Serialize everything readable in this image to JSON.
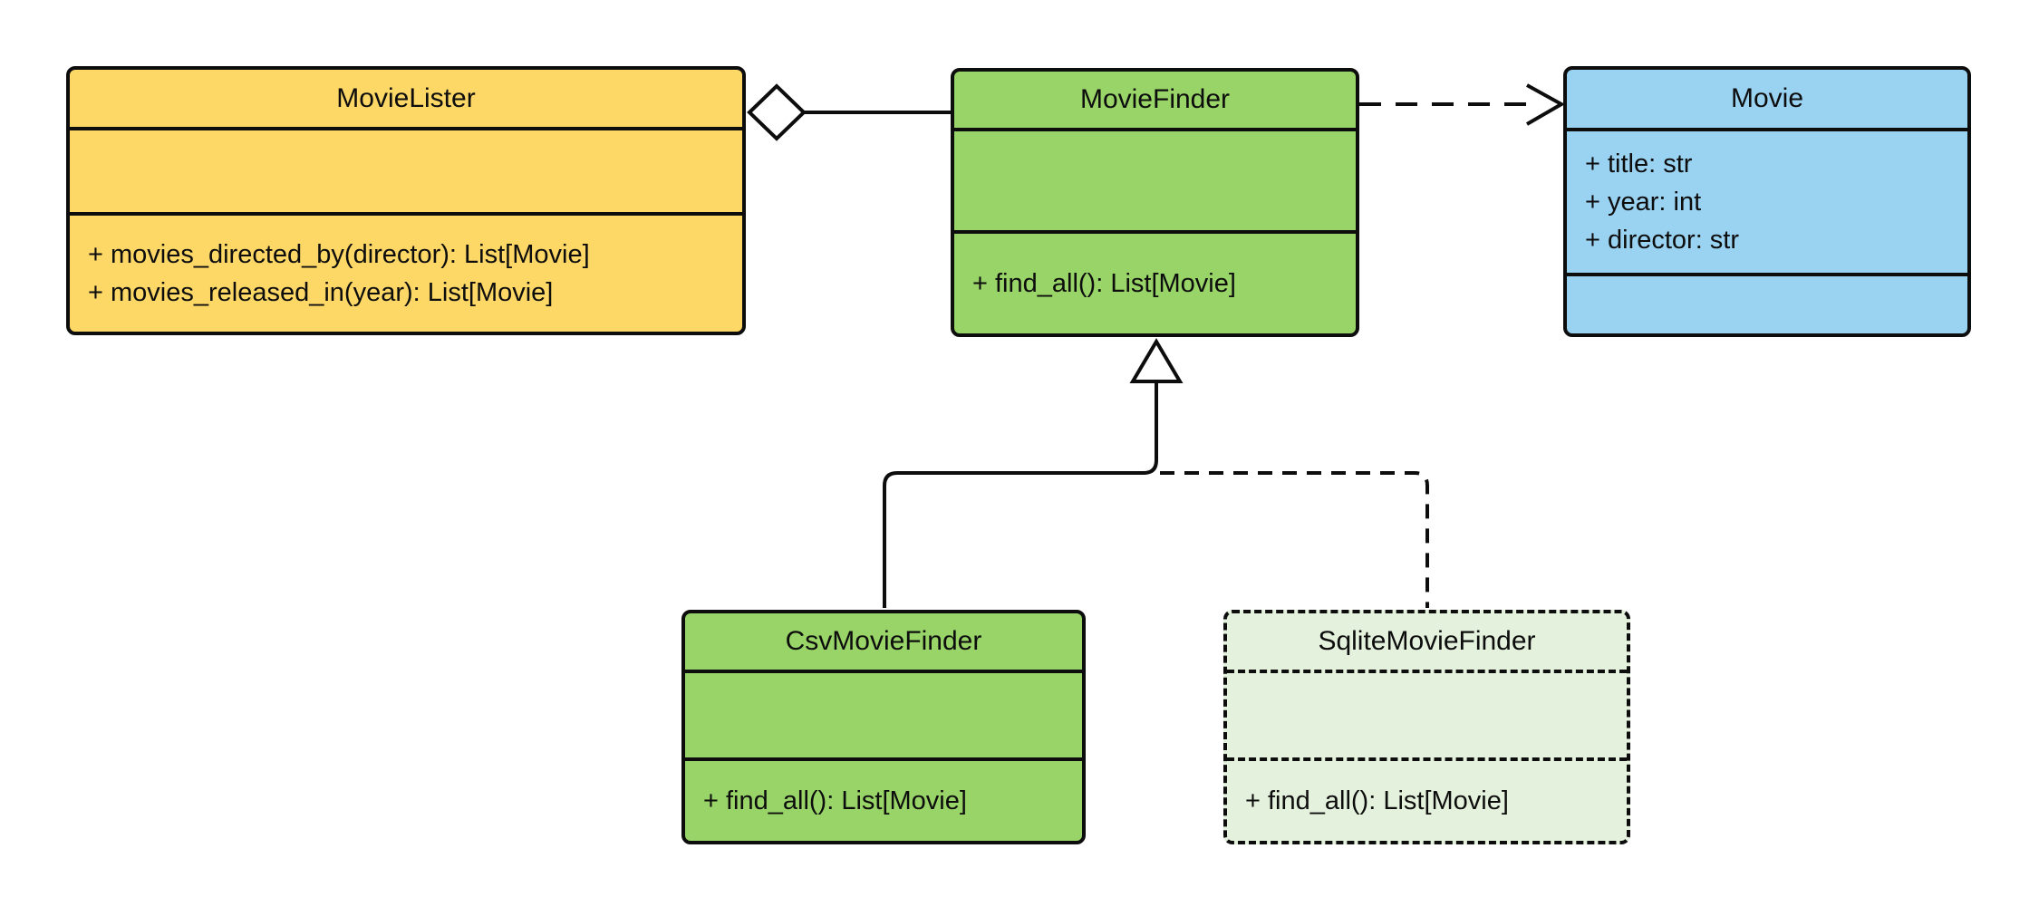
{
  "diagram": {
    "kind": "uml-class-diagram",
    "colors": {
      "stroke": "#0d0d0d",
      "background": "#ffffff",
      "yellow_fill": "#fdd867",
      "green_fill": "#98d467",
      "light_green_fill": "#e4f2dd",
      "blue_fill": "#9ad2f2"
    },
    "classes": {
      "movie_lister": {
        "name": "MovieLister",
        "attributes": [],
        "methods": [
          "+ movies_directed_by(director): List[Movie]",
          "+ movies_released_in(year): List[Movie]"
        ],
        "fill": "#fdd867",
        "border": "solid"
      },
      "movie_finder": {
        "name": "MovieFinder",
        "attributes": [],
        "methods": [
          "+ find_all(): List[Movie]"
        ],
        "fill": "#98d467",
        "border": "solid"
      },
      "movie": {
        "name": "Movie",
        "attributes": [
          "+ title: str",
          "+ year: int",
          "+ director: str"
        ],
        "methods": [],
        "fill": "#9ad2f2",
        "border": "solid"
      },
      "csv_movie_finder": {
        "name": "CsvMovieFinder",
        "attributes": [],
        "methods": [
          "+ find_all(): List[Movie]"
        ],
        "fill": "#98d467",
        "border": "solid"
      },
      "sqlite_movie_finder": {
        "name": "SqliteMovieFinder",
        "attributes": [],
        "methods": [
          "+ find_all(): List[Movie]"
        ],
        "fill": "#e4f2dd",
        "border": "dashed"
      }
    },
    "relationships": [
      {
        "type": "aggregation",
        "from": "MovieLister",
        "to": "MovieFinder",
        "line": "solid",
        "marker": "open-diamond"
      },
      {
        "type": "dependency",
        "from": "MovieFinder",
        "to": "Movie",
        "line": "dashed",
        "marker": "open-arrow"
      },
      {
        "type": "generalization",
        "from": "CsvMovieFinder",
        "to": "MovieFinder",
        "line": "solid",
        "marker": "hollow-triangle"
      },
      {
        "type": "generalization",
        "from": "SqliteMovieFinder",
        "to": "MovieFinder",
        "line": "dashed",
        "marker": "hollow-triangle"
      }
    ]
  }
}
